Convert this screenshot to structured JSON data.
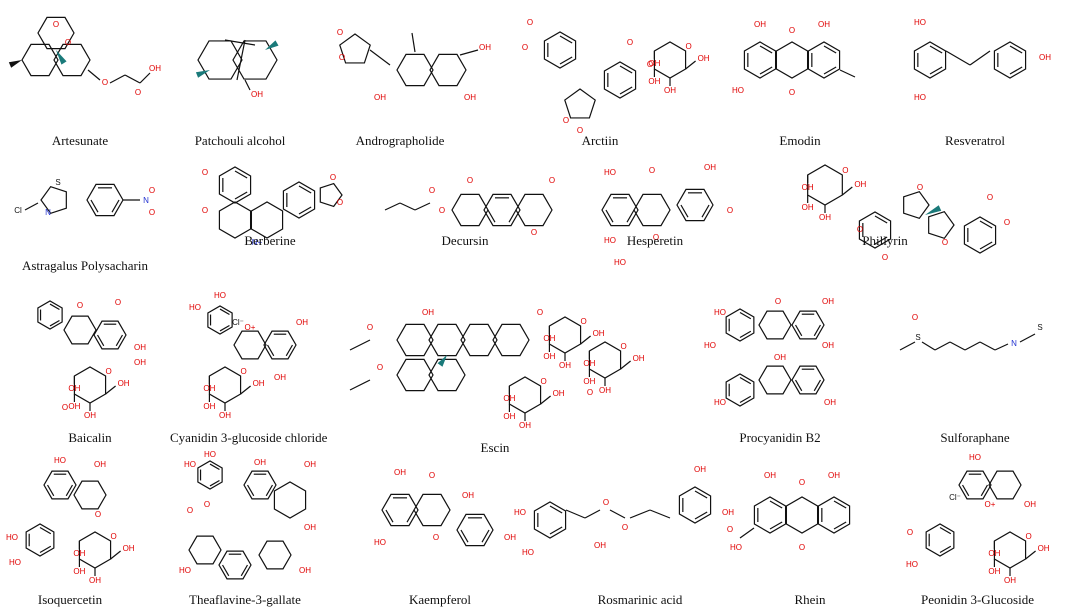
{
  "compounds": [
    {
      "name": "Artesunate",
      "style": "sesq"
    },
    {
      "name": "Patchouli alcohol",
      "style": "cage"
    },
    {
      "name": "Andrographolide",
      "style": "diterp"
    },
    {
      "name": "Arctiin",
      "style": "lignan"
    },
    {
      "name": "Emodin",
      "style": "anthra"
    },
    {
      "name": "Resveratrol",
      "style": "stilbene"
    },
    {
      "name": "Astragalus Polysacharin",
      "style": "thiazole"
    },
    {
      "name": "Berberine",
      "style": "alkaloid"
    },
    {
      "name": "Decursin",
      "style": "coumarin"
    },
    {
      "name": "Hesperetin",
      "style": "flavanone"
    },
    {
      "name": "Phillyrin",
      "style": "lignan2"
    },
    {
      "name": "Baicalin",
      "style": "flavoneglyc"
    },
    {
      "name": "Cyanidin 3-glucoside chloride",
      "style": "anthocyanin"
    },
    {
      "name": "Escin",
      "style": "saponin"
    },
    {
      "name": "Procyanidin B2",
      "style": "dimer"
    },
    {
      "name": "Sulforaphane",
      "style": "chain"
    },
    {
      "name": "Isoquercetin",
      "style": "flavonolglyc"
    },
    {
      "name": "Theaflavine-3-gallate",
      "style": "theaflavin"
    },
    {
      "name": "Kaempferol",
      "style": "flavonol"
    },
    {
      "name": "Rosmarinic acid",
      "style": "ester"
    },
    {
      "name": "Rhein",
      "style": "anthra2"
    },
    {
      "name": "Peonidin 3-Glucoside",
      "style": "anthocyanin2"
    }
  ],
  "atom_labels": {
    "oxygen": "O",
    "hydroxyl": "OH",
    "hydroxyl_left": "HO",
    "nitrogen": "N",
    "cation_n": "N+",
    "cation_o": "O+",
    "sulfur": "S",
    "chloride": "Cl",
    "chloride_ion": "Cl⁻"
  },
  "colors": {
    "oxygen": "#e00000",
    "nitrogen": "#2030d0",
    "stereo": "#1a7a7a",
    "bond": "#111111"
  }
}
